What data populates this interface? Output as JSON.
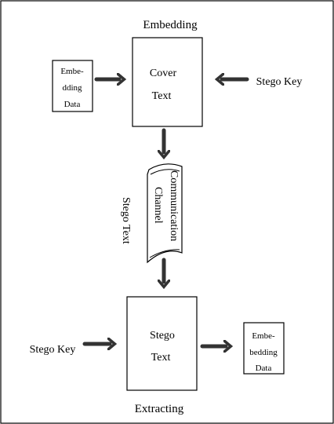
{
  "colors": {
    "stroke": "#000000",
    "arrow": "#333333",
    "background": "#ffffff"
  },
  "top": {
    "title": "Embedding",
    "input_box": {
      "lines": [
        "Embe-",
        "dding",
        "Data"
      ]
    },
    "cover_box": {
      "lines": [
        "Cover",
        "Text"
      ]
    },
    "key_label": "Stego Key"
  },
  "channel": {
    "lines": [
      "Communication",
      "Channel"
    ],
    "side_label": "Stego Text"
  },
  "bottom": {
    "title": "Extracting",
    "key_label": "Stego Key",
    "stego_box": {
      "lines": [
        "Stego",
        "Text"
      ]
    },
    "output_box": {
      "lines": [
        "Embe-",
        "bedding",
        "Data"
      ]
    }
  }
}
